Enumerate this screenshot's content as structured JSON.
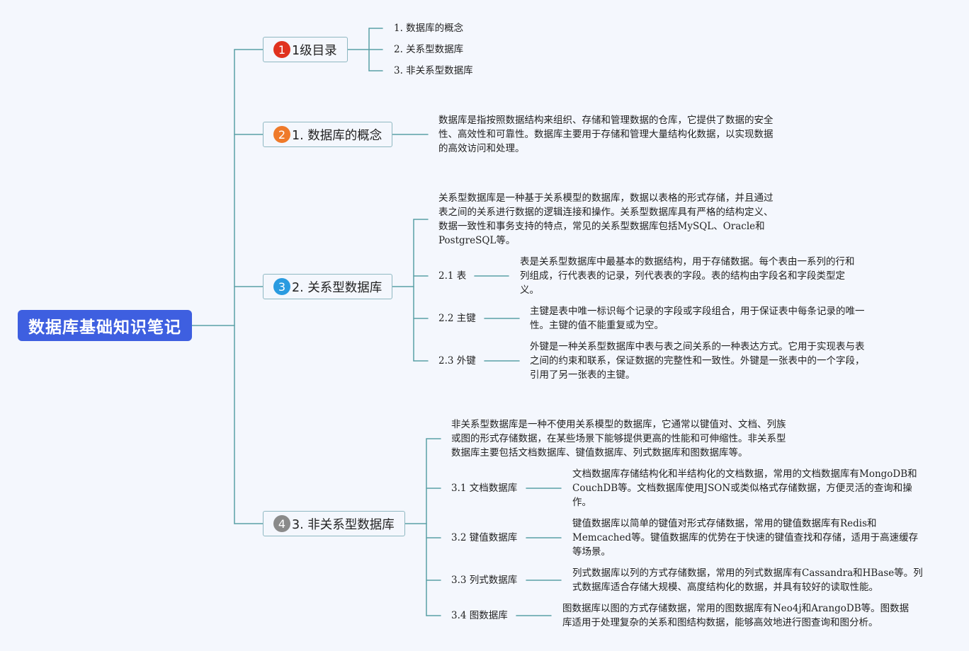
{
  "root": {
    "title": "数据库基础知识笔记"
  },
  "colors": {
    "root_bg": "#3e5fe0",
    "line": "#5aa0a6",
    "topic_border": "#8fb8c2",
    "badge_1": "#e0321e",
    "badge_2": "#ef7a2a",
    "badge_3": "#2a9be0",
    "badge_4": "#8a8a8a"
  },
  "topics": [
    {
      "badge": "1",
      "label": "1级目录"
    },
    {
      "badge": "2",
      "label": "1. 数据库的概念"
    },
    {
      "badge": "3",
      "label": "2. 关系型数据库"
    },
    {
      "badge": "4",
      "label": "3. 非关系型数据库"
    }
  ],
  "toc": [
    "1. 数据库的概念",
    "2. 关系型数据库",
    "3. 非关系型数据库"
  ],
  "concept": {
    "text": "数据库是指按照数据结构来组织、存储和管理数据的仓库，它提供了数据的安全\n性、高效性和可靠性。数据库主要用于存储和管理大量结构化数据，以实现数据\n的高效访问和处理。"
  },
  "relational": {
    "intro": "关系型数据库是一种基于关系模型的数据库，数据以表格的形式存储，并且通过\n表之间的关系进行数据的逻辑连接和操作。关系型数据库具有严格的结构定义、\n数据一致性和事务支持的特点，常见的关系型数据库包括MySQL、Oracle和\nPostgreSQL等。",
    "items": [
      {
        "label": "2.1 表",
        "text": "表是关系型数据库中最基本的数据结构，用于存储数据。每个表由一系列的行和\n列组成，行代表表的记录，列代表表的字段。表的结构由字段名和字段类型定\n义。"
      },
      {
        "label": "2.2 主键",
        "text": "主键是表中唯一标识每个记录的字段或字段组合，用于保证表中每条记录的唯一\n性。主键的值不能重复或为空。"
      },
      {
        "label": "2.3 外键",
        "text": "外键是一种关系型数据库中表与表之间关系的一种表达方式。它用于实现表与表\n之间的约束和联系，保证数据的完整性和一致性。外键是一张表中的一个字段，\n引用了另一张表的主键。"
      }
    ]
  },
  "nonrelational": {
    "intro": "非关系型数据库是一种不使用关系模型的数据库，它通常以键值对、文档、列族\n或图的形式存储数据，在某些场景下能够提供更高的性能和可伸缩性。非关系型\n数据库主要包括文档数据库、键值数据库、列式数据库和图数据库等。",
    "items": [
      {
        "label": "3.1 文档数据库",
        "text": "文档数据库存储结构化和半结构化的文档数据，常用的文档数据库有MongoDB和\nCouchDB等。文档数据库使用JSON或类似格式存储数据，方便灵活的查询和操\n作。"
      },
      {
        "label": "3.2 键值数据库",
        "text": "键值数据库以简单的键值对形式存储数据，常用的键值数据库有Redis和\nMemcached等。键值数据库的优势在于快速的键值查找和存储，适用于高速缓存\n等场景。"
      },
      {
        "label": "3.3 列式数据库",
        "text": "列式数据库以列的方式存储数据，常用的列式数据库有Cassandra和HBase等。列\n式数据库适合存储大规模、高度结构化的数据，并具有较好的读取性能。"
      },
      {
        "label": "3.4 图数据库",
        "text": "图数据库以图的方式存储数据，常用的图数据库有Neo4j和ArangoDB等。图数据\n库适用于处理复杂的关系和图结构数据，能够高效地进行图查询和图分析。"
      }
    ]
  }
}
